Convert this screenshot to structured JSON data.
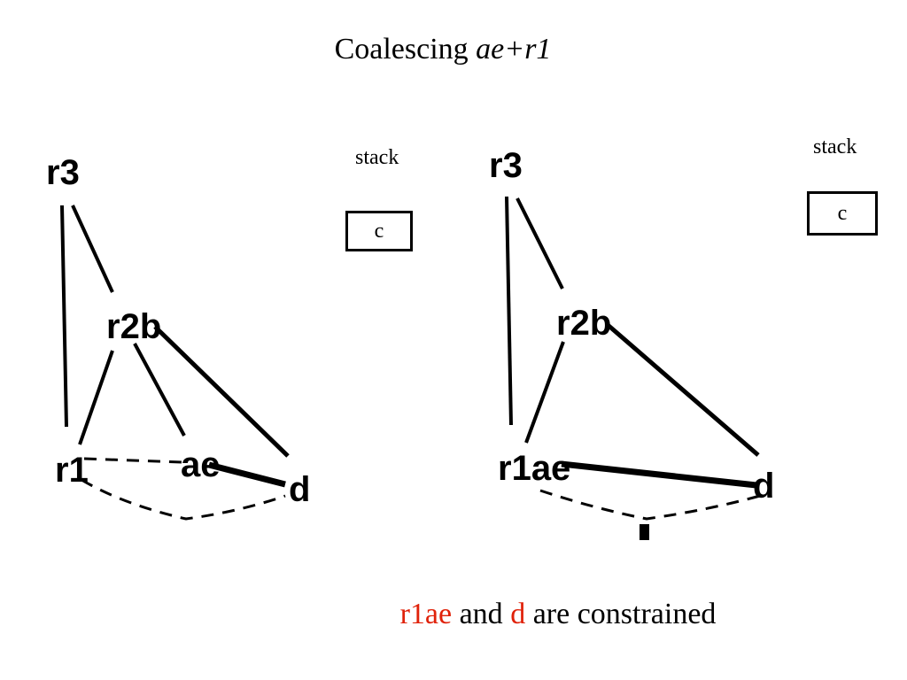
{
  "title": {
    "prefix": "Coalescing ",
    "emphasis": "ae+r1"
  },
  "left_graph": {
    "nodes": {
      "r3": "r3",
      "r2b": "r2b",
      "r1": "r1",
      "ae": "ae",
      "d": "d"
    },
    "stack_label": "stack",
    "stack_items": [
      "c"
    ]
  },
  "right_graph": {
    "nodes": {
      "r3": "r3",
      "r2b": "r2b",
      "r1ae": "r1ae",
      "d": "d"
    },
    "stack_label": "stack",
    "stack_items": [
      "c"
    ]
  },
  "caption": {
    "node1": "r1ae",
    "mid": " and ",
    "node2": "d",
    "tail": " are constrained",
    "highlight_color": "#e0220a"
  }
}
